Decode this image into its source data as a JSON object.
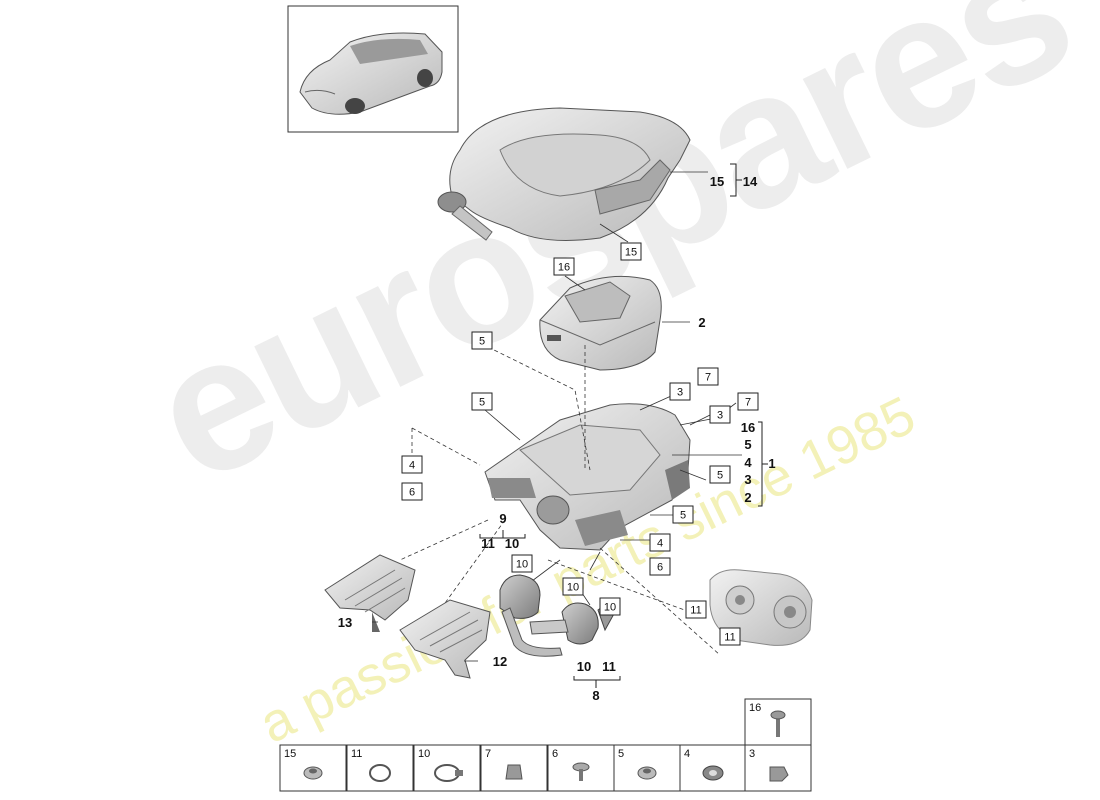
{
  "watermark": {
    "brand": "eurospares",
    "tagline": "a passion for parts since 1985",
    "brand_color": "#e9e9e9",
    "tagline_color": "#f1efb0"
  },
  "callouts": {
    "c15a": "15",
    "c14": "14",
    "c15b": "15",
    "c16": "16",
    "c2": "2",
    "c5a": "5",
    "c3a": "3",
    "c7a": "7",
    "c3b": "3",
    "c7b": "7",
    "c5b": "5",
    "g1": [
      "16",
      "5",
      "4",
      "3",
      "2"
    ],
    "c1": "1",
    "c4a": "4",
    "c6a": "6",
    "c5c": "5",
    "c5d": "5",
    "c9": "9",
    "c11a": "11",
    "c10a": "10",
    "c10b": "10",
    "c10c": "10",
    "c4b": "4",
    "c6b": "6",
    "c11b": "11",
    "c11c": "11",
    "c13": "13",
    "c12": "12",
    "c10d": "10",
    "c11d": "11",
    "c8": "8"
  },
  "parts_table": [
    "16",
    "15",
    "11",
    "10",
    "7",
    "6",
    "5",
    "4",
    "3"
  ]
}
